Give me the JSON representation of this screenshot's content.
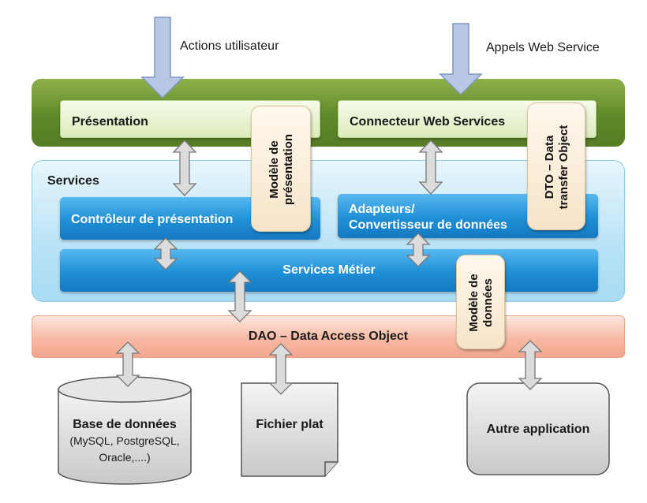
{
  "inputs": {
    "user_actions": "Actions utilisateur",
    "web_service_calls": "Appels Web Service"
  },
  "layers": {
    "presentation": "Présentation",
    "web_connector": "Connecteur Web Services",
    "services": "Services",
    "controller": "Contrôleur de présentation",
    "adapters_line1": "Adapteurs/",
    "adapters_line2": "Convertisseur de données",
    "business": "Services Métier",
    "dao": "DAO – Data Access Object"
  },
  "models": {
    "presentation_model_line1": "Modèle de",
    "presentation_model_line2": "présentation",
    "dto_line1": "DTO – Data",
    "dto_line2": "transfer Object",
    "data_model_line1": "Modèle de",
    "data_model_line2": "données"
  },
  "storage": {
    "database_title": "Base de données",
    "database_line2": "(MySQL, PostgreSQL,",
    "database_line3": "Oracle,....)",
    "flat_file": "Fichier plat",
    "other_app": "Autre application"
  },
  "colors": {
    "arrow_blue_fill": "#b8c8e4",
    "arrow_blue_stroke": "#7f97c4",
    "arrow_gray_fill": "#dcdcdc",
    "arrow_gray_stroke": "#777777"
  }
}
